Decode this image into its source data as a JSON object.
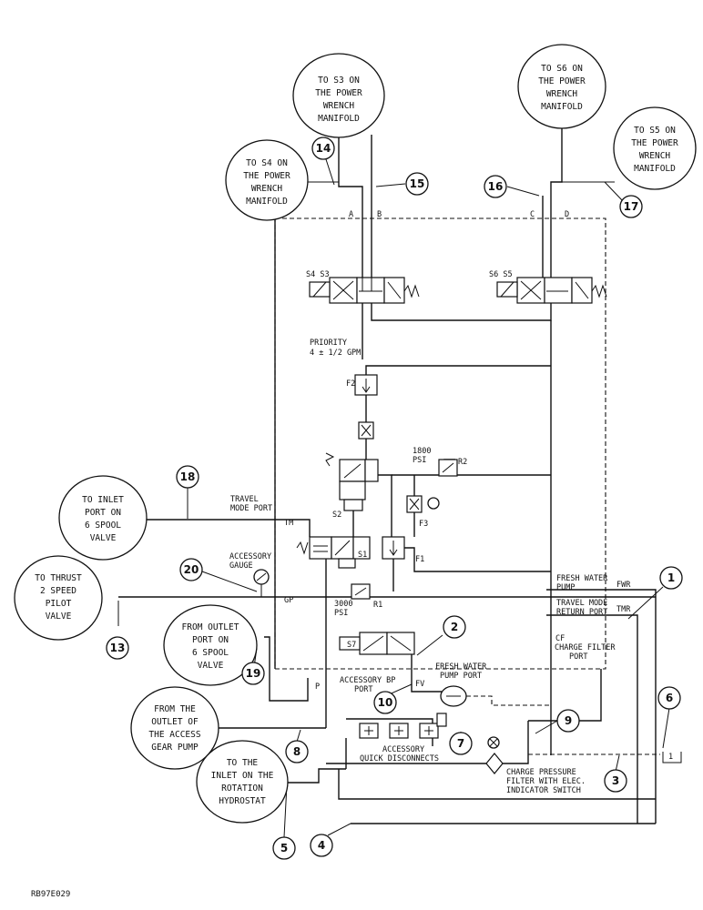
{
  "callouts": [
    {
      "id": "c-s3",
      "lines": [
        "TO S3 ON",
        "THE POWER",
        "WRENCH",
        "MANIFOLD"
      ]
    },
    {
      "id": "c-s6",
      "lines": [
        "TO S6 ON",
        "THE POWER",
        "WRENCH",
        "MANIFOLD"
      ]
    },
    {
      "id": "c-s5",
      "lines": [
        "TO S5 ON",
        "THE POWER",
        "WRENCH",
        "MANIFOLD"
      ]
    },
    {
      "id": "c-s4",
      "lines": [
        "TO S4 ON",
        "THE POWER",
        "WRENCH",
        "MANIFOLD"
      ]
    },
    {
      "id": "c-inlet6",
      "lines": [
        "TO INLET",
        "PORT ON",
        "6 SPOOL",
        "VALVE"
      ]
    },
    {
      "id": "c-thrust",
      "lines": [
        "TO THRUST",
        "2 SPEED",
        "PILOT",
        "VALVE"
      ]
    },
    {
      "id": "c-outlet6",
      "lines": [
        "FROM OUTLET",
        "PORT ON",
        "6 SPOOL",
        "VALVE"
      ]
    },
    {
      "id": "c-access",
      "lines": [
        "FROM THE",
        "OUTLET OF",
        "THE ACCESS",
        "GEAR PUMP"
      ]
    },
    {
      "id": "c-rotation",
      "lines": [
        "TO THE",
        "INLET ON THE",
        "ROTATION",
        "HYDROSTAT"
      ]
    }
  ],
  "numbers": [
    "1",
    "2",
    "3",
    "4",
    "5",
    "6",
    "7",
    "8",
    "9",
    "10",
    "13",
    "14",
    "15",
    "16",
    "17",
    "18",
    "19",
    "20"
  ],
  "ports": {
    "a": "A",
    "b": "B",
    "c": "C",
    "d": "D",
    "s4s3": "S4 S3",
    "s6s5": "S6 S5",
    "tm": "TM",
    "gp": "GP",
    "p": "P",
    "f1": "F1",
    "f2": "F2",
    "f3": "F3",
    "r1": "R1",
    "r2": "R2",
    "s1": "S1",
    "s2": "S2",
    "s7": "S7",
    "fv": "FV",
    "fwr": "FWR",
    "tmr": "TMR",
    "cf": "CF",
    "tank": "1"
  },
  "labels": {
    "priority": [
      "PRIORITY",
      "4 ± 1/2 GPM"
    ],
    "psi1800": [
      "1800",
      "PSI"
    ],
    "psi3000": [
      "3000",
      "PSI"
    ],
    "travel_mode_port": [
      "TRAVEL",
      "MODE PORT"
    ],
    "accessory_gauge": [
      "ACCESSORY",
      "GAUGE"
    ],
    "fresh_water_pump": [
      "FRESH WATER",
      "PUMP"
    ],
    "travel_mode_return": [
      "TRAVEL MODE",
      "RETURN PORT"
    ],
    "fresh_water_pump_port": [
      "FRESH WATER",
      "PUMP PORT"
    ],
    "accessory_bp_port": [
      "ACCESSORY BP",
      "PORT"
    ],
    "charge_filter_port": [
      "CHARGE FILTER",
      "PORT"
    ],
    "accessory_qd": [
      "ACCESSORY",
      "QUICK DISCONNECTS"
    ],
    "charge_pressure": [
      "CHARGE PRESSURE",
      "FILTER WITH ELEC.",
      "INDICATOR SWITCH"
    ]
  },
  "figure_code": "RB97E029"
}
